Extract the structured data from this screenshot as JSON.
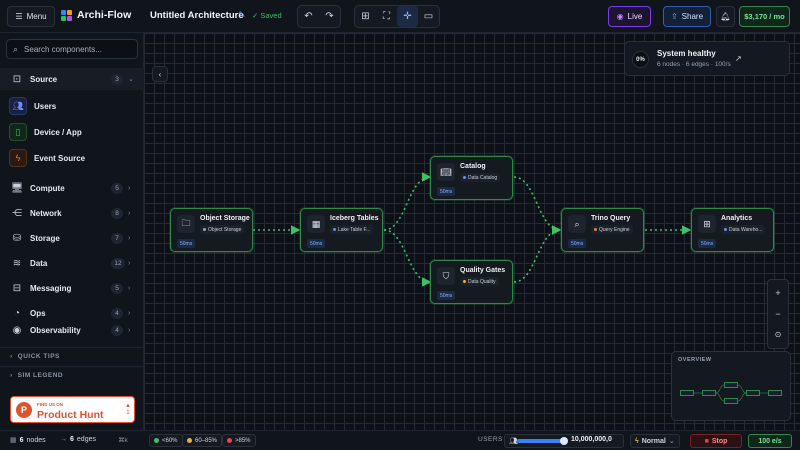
{
  "header": {
    "menu_label": "Menu",
    "brand": "Archi-Flow",
    "doc_title": "Untitled Architecture",
    "saved_label": "Saved",
    "live_label": "Live",
    "share_label": "Share",
    "budget": "$3,170 / mo"
  },
  "sidebar": {
    "search_placeholder": "Search components...",
    "categories": [
      {
        "label": "Source",
        "count": "3",
        "icon": "input-icon"
      },
      {
        "label": "Compute",
        "count": "5",
        "icon": "monitor-icon"
      },
      {
        "label": "Network",
        "count": "8",
        "icon": "share-icon"
      },
      {
        "label": "Storage",
        "count": "7",
        "icon": "database-icon"
      },
      {
        "label": "Data",
        "count": "12",
        "icon": "layers-icon"
      },
      {
        "label": "Messaging",
        "count": "5",
        "icon": "inbox-icon"
      },
      {
        "label": "Ops",
        "count": "4",
        "icon": "gauge-icon"
      },
      {
        "label": "Observability",
        "count": "4",
        "icon": "eye-icon"
      }
    ],
    "source_items": [
      {
        "label": "Users",
        "icon": "users-icon",
        "color": "#6b8cff"
      },
      {
        "label": "Device / App",
        "icon": "smartphone-icon",
        "color": "#3fbf66"
      },
      {
        "label": "Event Source",
        "icon": "zap-icon",
        "color": "#f07b3f"
      }
    ],
    "sections": [
      {
        "label": "QUICK TIPS"
      },
      {
        "label": "SIM LEGEND"
      }
    ],
    "product_hunt": {
      "small": "FIND US ON",
      "big": "Product Hunt",
      "vote": "1"
    }
  },
  "canvas": {
    "health": {
      "pct": "0%",
      "title": "System healthy",
      "meta": "6 nodes · 6 edges · 100/s"
    },
    "nodes": [
      {
        "title": "Object Storage",
        "badge": "Object Storage",
        "latency": "50ms",
        "icon": "folder-icon",
        "dot": "#9aa3b2"
      },
      {
        "title": "Iceberg Tables",
        "badge": "Lake Table F...",
        "latency": "50ms",
        "icon": "table-icon",
        "dot": "#6b8cff"
      },
      {
        "title": "Catalog",
        "badge": "Data Catalog",
        "latency": "50ms",
        "icon": "book-icon",
        "dot": "#6b8cff"
      },
      {
        "title": "Quality Gates",
        "badge": "Data Quality",
        "latency": "50ms",
        "icon": "shield-check-icon",
        "dot": "#e8b13b"
      },
      {
        "title": "Trino Query",
        "badge": "Query Engine",
        "latency": "50ms",
        "icon": "search-zoom-icon",
        "dot": "#f07b3f"
      },
      {
        "title": "Analytics",
        "badge": "Data Wareho...",
        "latency": "50ms",
        "icon": "grid-icon",
        "dot": "#6b8cff"
      }
    ],
    "overview_label": "OVERVIEW",
    "zoom": {
      "plus": "+",
      "minus": "−",
      "fit": "⊙"
    }
  },
  "status": {
    "nodes_count": "6",
    "nodes_label": "nodes",
    "edges_count": "6",
    "edges_label": "edges",
    "mode": "⌘k",
    "legend": [
      {
        "label": "<60%",
        "color": "#3fbf66"
      },
      {
        "label": "60–85%",
        "color": "#e8b13b"
      },
      {
        "label": ">85%",
        "color": "#e5484d"
      }
    ],
    "users_label": "USERS",
    "users_value": "10,000,000,0",
    "users_level": 1.0,
    "speed": "Normal",
    "stop_label": "Stop",
    "rate": "100 e/s"
  },
  "colors": {
    "accent": "#3b82f6",
    "healthy": "#3fbf66",
    "danger": "#e5484d",
    "live": "#a855f7"
  }
}
